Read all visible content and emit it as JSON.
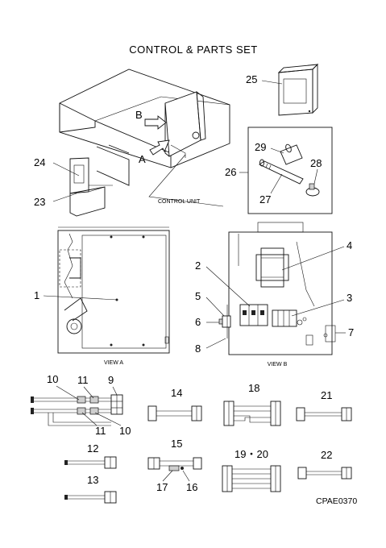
{
  "title": "CONTROL & PARTS SET",
  "labels": {
    "control_unit": "CONTROL UNIT",
    "arrow_a": "A",
    "arrow_b": "B",
    "view_a": "VIEW A",
    "view_b": "VIEW B",
    "figure_code": "CPAE0370"
  },
  "part_numbers": {
    "p1": "1",
    "p2": "2",
    "p3": "3",
    "p4": "4",
    "p5": "5",
    "p6": "6",
    "p7": "7",
    "p8": "8",
    "p9": "9",
    "p10a": "10",
    "p10b": "10",
    "p11a": "11",
    "p11b": "11",
    "p12": "12",
    "p13": "13",
    "p14": "14",
    "p15": "15",
    "p16": "16",
    "p17": "17",
    "p18": "18",
    "p19_20": "19・20",
    "p21": "21",
    "p22": "22",
    "p23": "23",
    "p24": "24",
    "p25": "25",
    "p26": "26",
    "p27": "27",
    "p28": "28",
    "p29": "29"
  }
}
